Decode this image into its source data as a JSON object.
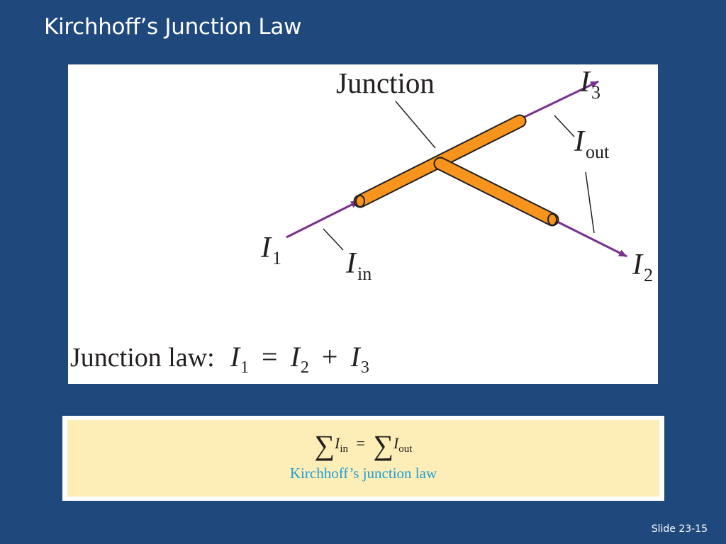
{
  "title": "Kirchhoff’s Junction Law",
  "figure": {
    "junction_label": "Junction",
    "currents": {
      "i1": {
        "main": "I",
        "sub": "1"
      },
      "i2": {
        "main": "I",
        "sub": "2"
      },
      "i3": {
        "main": "I",
        "sub": "3"
      },
      "iin": {
        "main": "I",
        "sub": "in"
      },
      "iout": {
        "main": "I",
        "sub": "out"
      }
    },
    "law": {
      "prefix": "Junction law:",
      "v1": "I",
      "s1": "1",
      "eq": "=",
      "v2": "I",
      "s2": "2",
      "plus": "+",
      "v3": "I",
      "s3": "3"
    },
    "colors": {
      "wire_fill": "#f7941d",
      "wire_stroke": "#231f20",
      "arrow": "#7b2f8e",
      "ink": "#231f20"
    }
  },
  "equation": {
    "sum_sign": "∑",
    "lhs_var": "I",
    "lhs_sub": "in",
    "eq": "=",
    "rhs_var": "I",
    "rhs_sub": "out",
    "caption": "Kirchhoff’s junction law"
  },
  "slide_number": "Slide 23-15",
  "colors": {
    "background": "#1f497d",
    "box_fill": "#fdedb7",
    "caption": "#1f9ed3"
  }
}
